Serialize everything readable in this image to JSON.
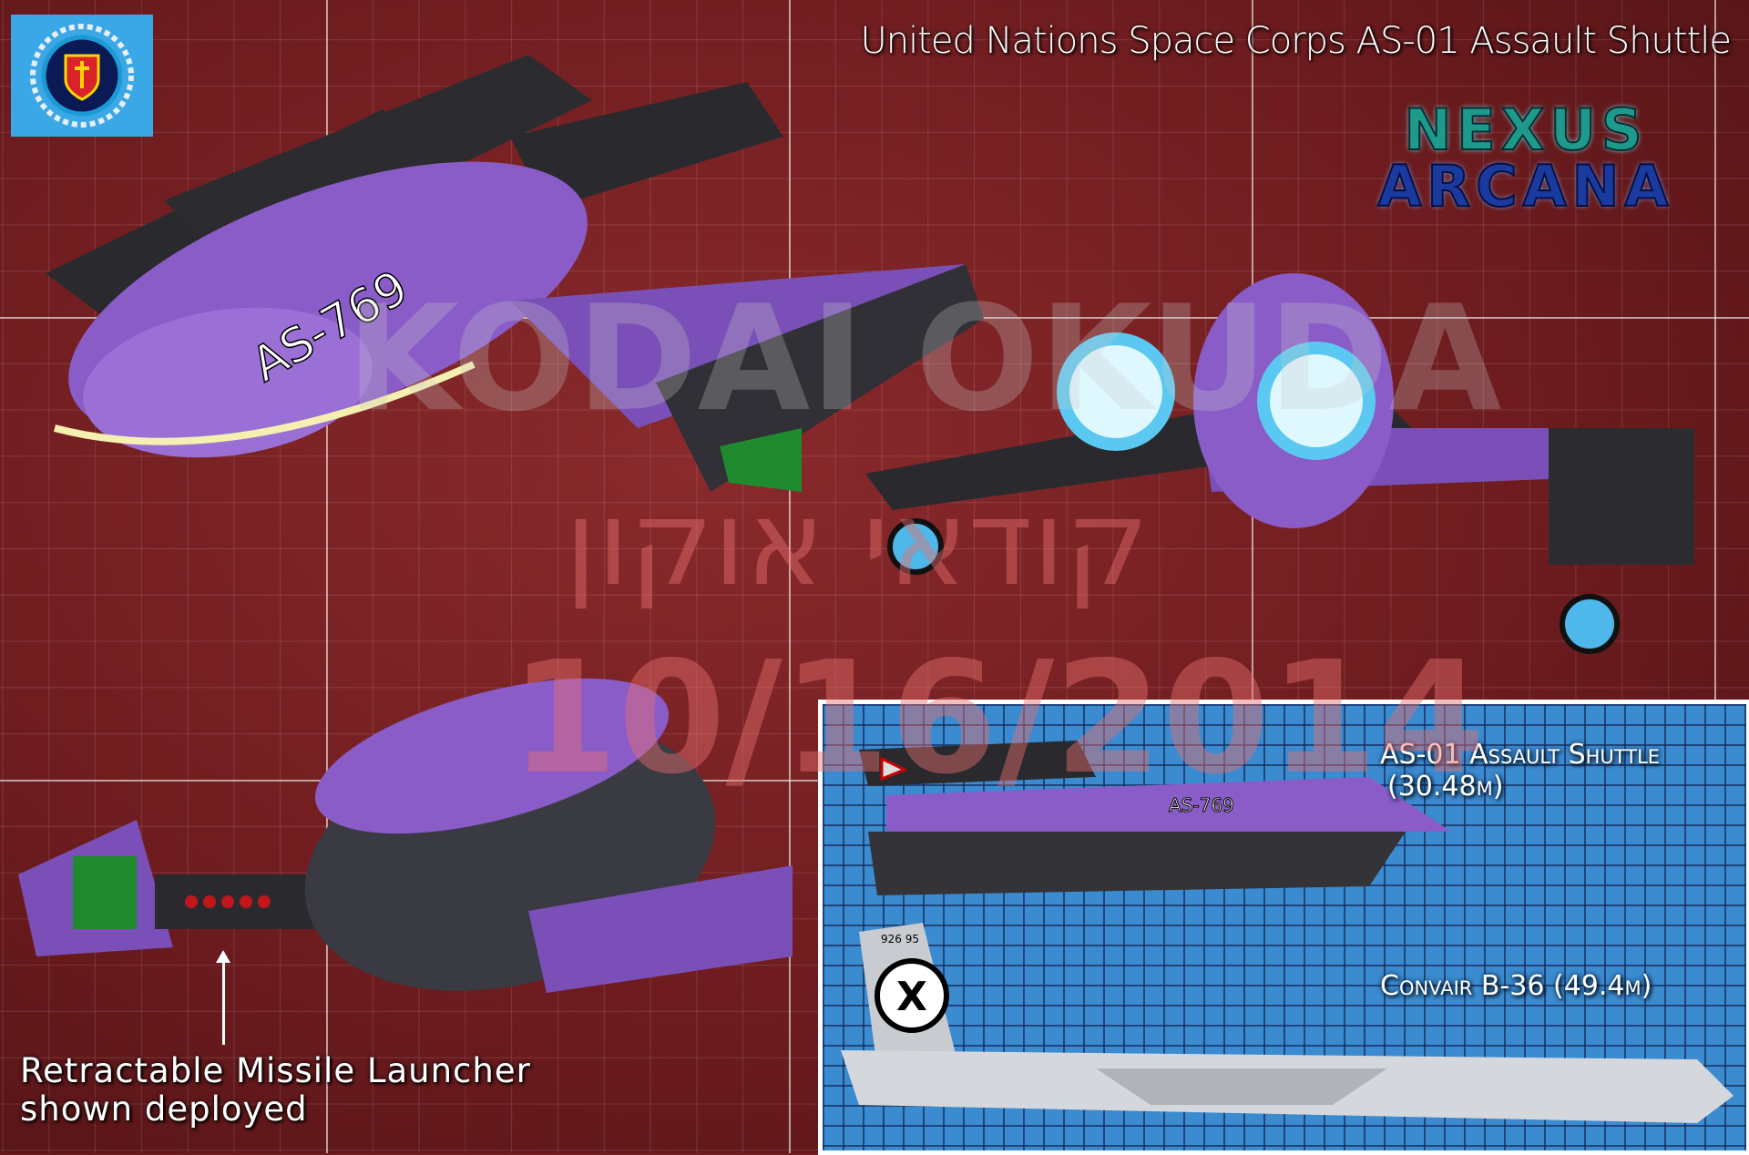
{
  "title": "United Nations Space Corps AS-01 Assault Shuttle",
  "brand": {
    "line1": "NEXUS",
    "line2": "ARCANA"
  },
  "watermarks": {
    "name": "KODAI OKUDA",
    "hebrew": "קודאי אוקון",
    "date": "10/16/2014"
  },
  "hull_markings": {
    "registry": "AS-769"
  },
  "caption": {
    "line1": "Retractable Missile Launcher",
    "line2": "shown deployed"
  },
  "scale_comparison": {
    "shuttle": {
      "name": "AS-01 Assault Shuttle",
      "length": "(30.48m)"
    },
    "bomber": {
      "name": "Convair B-36 (49.4m)",
      "tail_code": "926 95",
      "tail_letter": "X"
    }
  },
  "colors": {
    "background": "#6e1c1f",
    "hull": "#8a5cc8",
    "inset": "#3b8bd0",
    "engine_glow": "#7fe0ff"
  },
  "icons": [
    "unsc-emblem-icon"
  ]
}
